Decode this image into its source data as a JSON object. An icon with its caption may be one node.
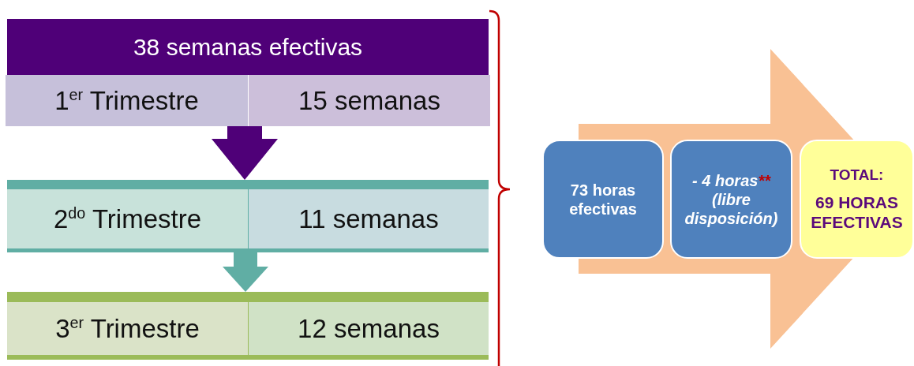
{
  "diagram": {
    "nodes": [
      {
        "text": [
          "38 semanas efectivas"
        ]
      },
      {
        "text": [
          "1$^{er}$ Trimestre",
          "15 semanas"
        ]
      },
      {
        "text": [
          "2$^{do}$ Trimestre",
          "11 semanas"
        ]
      },
      {
        "text": [
          "3$^{er}$ Trimestre",
          "12 semanas"
        ]
      },
      {
        "text": [
          "73 horas efectivas"
        ]
      },
      {
        "text": [
          "- 4 horas",
          "(libre disposición)"
        ]
      },
      {
        "text": [
          "TOTAL:",
          "69 HORAS EFECTIVAS"
        ]
      }
    ],
    "edges": [
      {
        "from": 1,
        "to": 2,
        "arrow": "to",
        "style": "thick",
        "color": "#4f0078"
      },
      {
        "from": 2,
        "to": 3,
        "arrow": "to",
        "style": "thick",
        "color": "#60aea4"
      },
      {
        "from": 4,
        "to": 6,
        "arrow": "to",
        "style": "thick",
        "color": "#f9c194"
      }
    ],
    "labels": [
      "**"
    ]
  }
}
